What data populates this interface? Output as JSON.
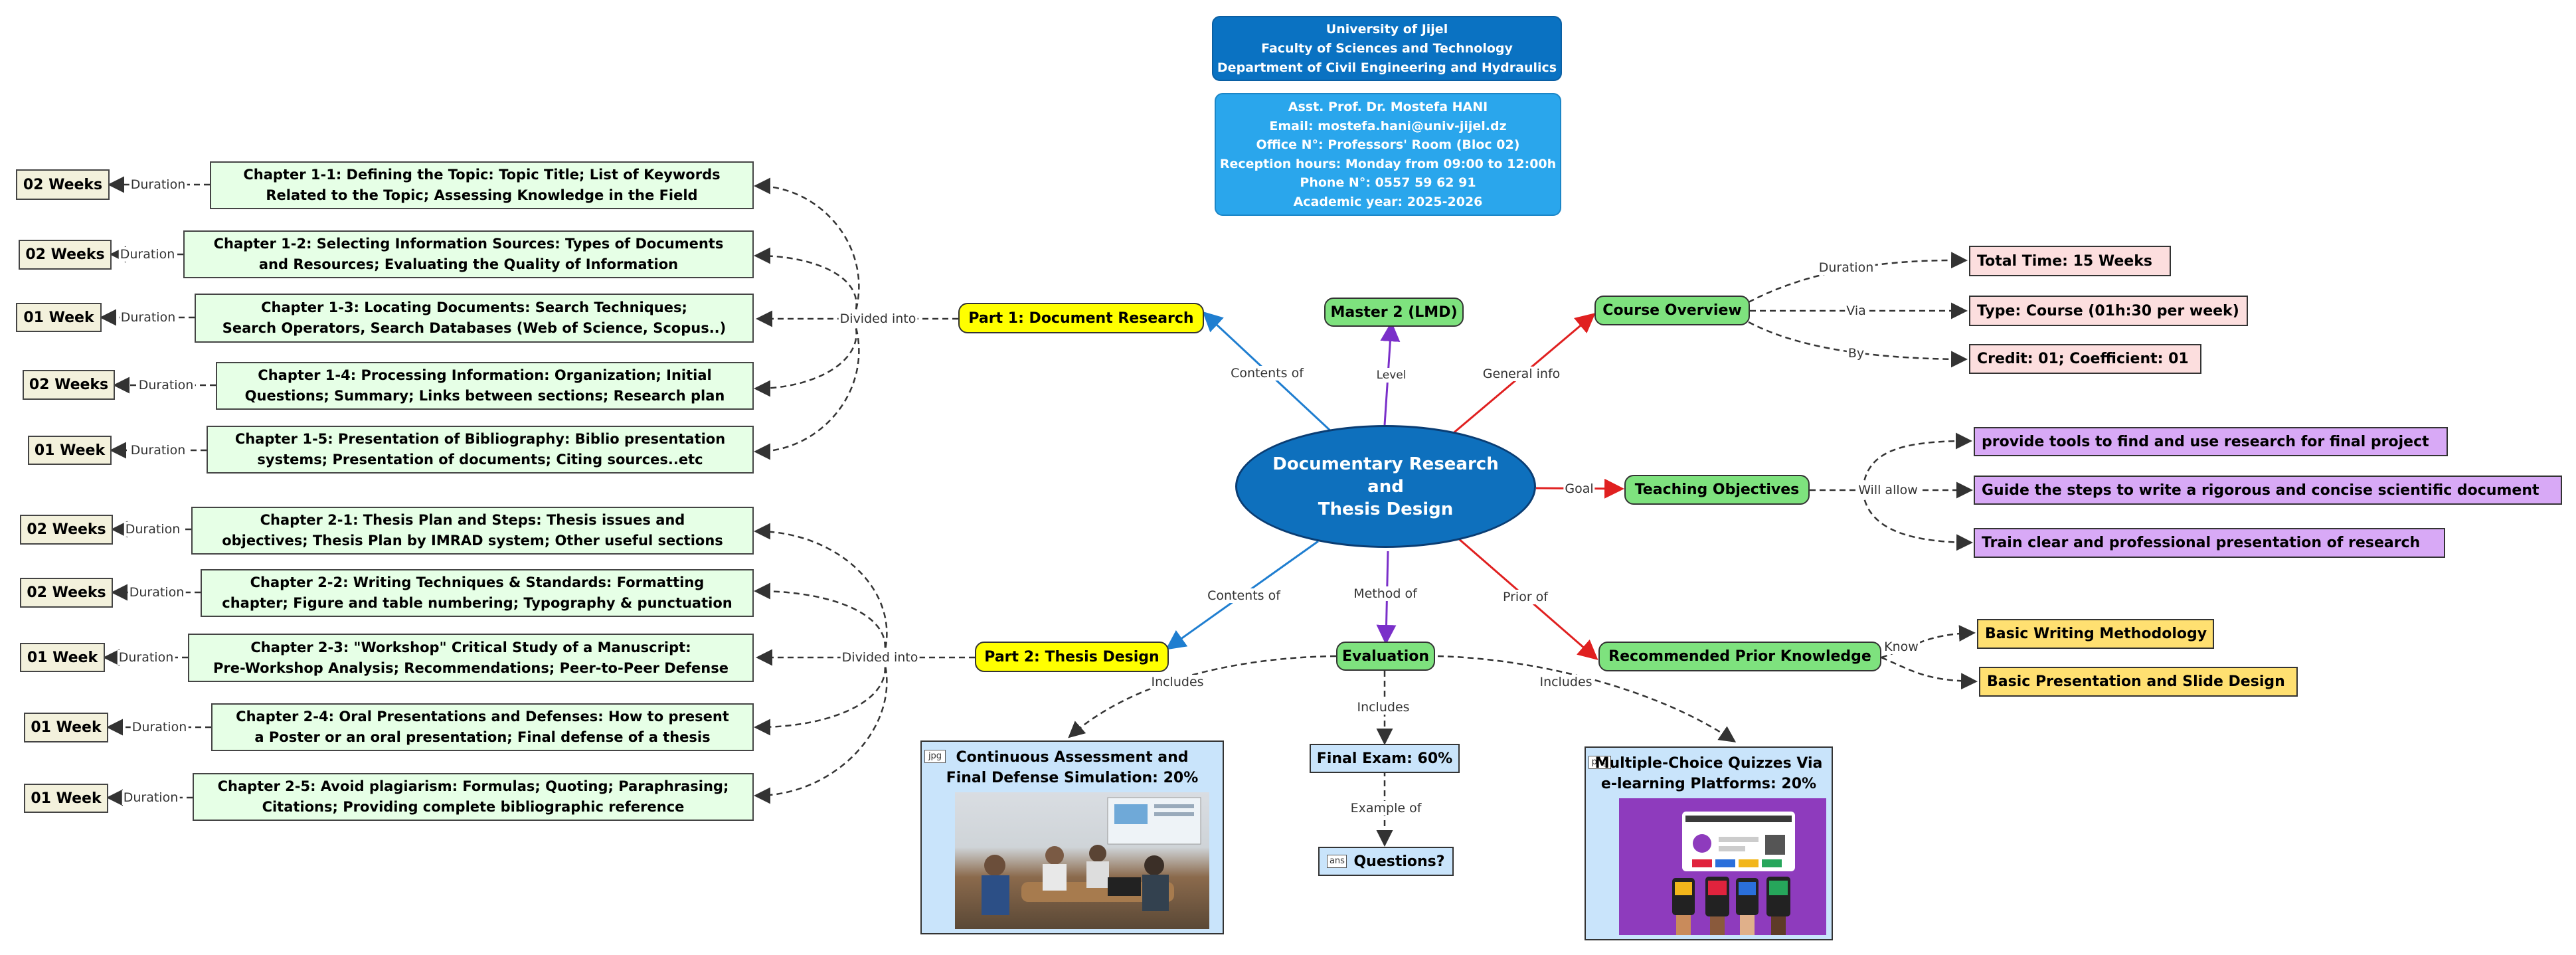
{
  "header": {
    "university": [
      "University of Jijel",
      "Faculty of Sciences and Technology",
      "Department of Civil Engineering and Hydraulics"
    ],
    "instructor": [
      "Asst. Prof. Dr. Mostefa HANI",
      "Email: mostefa.hani@univ-jijel.dz",
      "Office N°: Professors' Room (Bloc 02)",
      "Reception hours: Monday from 09:00 to 12:00h",
      "Phone N°: 0557 59 62 91",
      "Academic year: 2025-2026"
    ]
  },
  "central": [
    "Documentary Research",
    "and",
    "Thesis Design"
  ],
  "nodes": {
    "part1": "Part 1: Document Research",
    "part2": "Part 2: Thesis Design",
    "master": "Master 2 (LMD)",
    "overview": "Course Overview",
    "objectives": "Teaching Objectives",
    "evaluation": "Evaluation",
    "prior": "Recommended Prior Knowledge"
  },
  "edge_labels": {
    "contents_of_1": "Contents of",
    "contents_of_2": "Contents of",
    "level": "Level",
    "general_info": "General info",
    "goal": "Goal",
    "method_of": "Method of",
    "prior_of": "Prior of",
    "divided_into_1": "Divided into",
    "divided_into_2": "Divided into",
    "duration": "Duration",
    "via": "Via",
    "by": "By",
    "will_allow": "Will allow",
    "know": "Know",
    "includes": "Includes",
    "example_of": "Example of"
  },
  "part1_chapters": [
    {
      "lines": [
        "Chapter 1-1: Defining the Topic: Topic Title; List of Keywords",
        "Related to the Topic; Assessing Knowledge in the Field"
      ],
      "duration": "02 Weeks"
    },
    {
      "lines": [
        "Chapter 1-2: Selecting Information Sources: Types of Documents",
        "and Resources; Evaluating the Quality of Information"
      ],
      "duration": "02 Weeks"
    },
    {
      "lines": [
        "Chapter 1-3: Locating Documents: Search Techniques;",
        "Search Operators, Search Databases (Web of Science, Scopus..)"
      ],
      "duration": "01 Week"
    },
    {
      "lines": [
        "Chapter 1-4: Processing Information: Organization; Initial",
        "Questions; Summary; Links between sections; Research plan"
      ],
      "duration": "02 Weeks"
    },
    {
      "lines": [
        "Chapter 1-5: Presentation of Bibliography: Biblio presentation",
        "systems; Presentation of documents; Citing sources..etc"
      ],
      "duration": "01 Week"
    }
  ],
  "part2_chapters": [
    {
      "lines": [
        "Chapter 2-1: Thesis Plan and Steps: Thesis issues and",
        "objectives; Thesis Plan by IMRAD system; Other useful sections"
      ],
      "duration": "02 Weeks"
    },
    {
      "lines": [
        "Chapter 2-2: Writing Techniques & Standards: Formatting",
        "chapter; Figure and table numbering; Typography & punctuation"
      ],
      "duration": "02 Weeks"
    },
    {
      "lines": [
        "Chapter 2-3: \"Workshop\" Critical Study of a Manuscript:",
        "Pre-Workshop Analysis; Recommendations; Peer-to-Peer Defense"
      ],
      "duration": "01 Week"
    },
    {
      "lines": [
        "Chapter 2-4: Oral Presentations and Defenses: How to present",
        "a Poster or an oral presentation; Final defense of a thesis"
      ],
      "duration": "01 Week"
    },
    {
      "lines": [
        "Chapter 2-5: Avoid plagiarism: Formulas; Quoting; Paraphrasing;",
        "Citations; Providing complete bibliographic reference"
      ],
      "duration": "01 Week"
    }
  ],
  "overview_items": [
    "Total Time: 15 Weeks",
    "Type: Course (01h:30 per week)",
    "Credit: 01; Coefficient: 01"
  ],
  "objective_items": [
    "provide tools to find and use research for final project",
    "Guide the steps to write a rigorous and concise scientific document",
    "Train clear and professional presentation of research"
  ],
  "prior_items": [
    "Basic Writing Methodology",
    "Basic Presentation and Slide Design"
  ],
  "evaluation_items": {
    "continuous": [
      "Continuous Assessment and",
      "Final Defense Simulation: 20%"
    ],
    "final_exam": "Final Exam: 60%",
    "questions": "Questions?",
    "quizzes": [
      "Multiple-Choice Quizzes Via",
      "e-learning Platforms: 20%"
    ],
    "badge_jpg": "jpg",
    "badge_png": "png",
    "badge_ans": "ans"
  },
  "colors": {
    "blue_edge": "#1f7ed0",
    "purple_edge": "#7a2fc9",
    "red_edge": "#e02020",
    "dashed": "#333333"
  }
}
